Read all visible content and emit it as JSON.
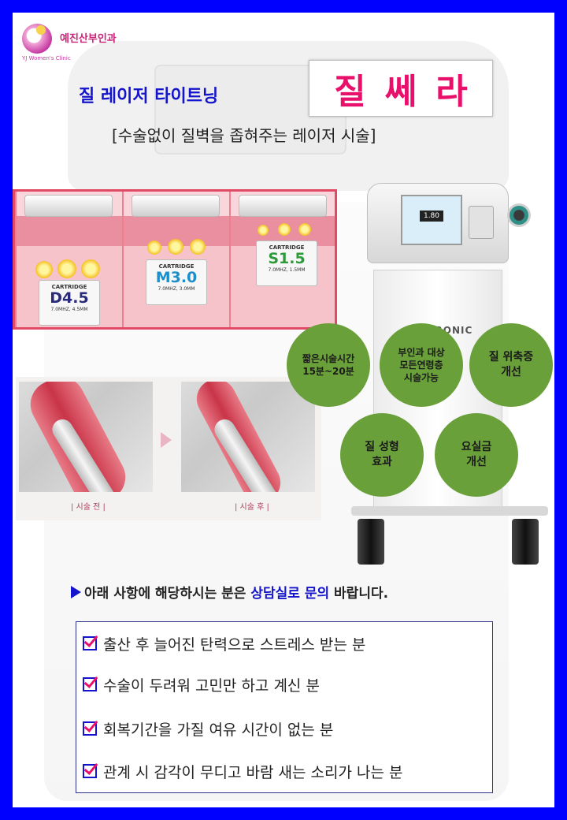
{
  "brand": {
    "clinic_name": "예진산부인과",
    "clinic_sub": "YJ Women's Clinic"
  },
  "header": {
    "subtitle": "질 레이저 타이트닝",
    "product_name": "질쎄라",
    "tagline": "[수술없이 질벽을 좁혀주는 레이저 시술]"
  },
  "cartridges": [
    {
      "label": "CARTRIDGE",
      "name": "D4.5",
      "spec": "7.0MHZ, 4.5MM",
      "color": "#2a2a7a"
    },
    {
      "label": "CARTRIDGE",
      "name": "M3.0",
      "spec": "7.0MHZ, 3.0MM",
      "color": "#1d8fc8"
    },
    {
      "label": "CARTRIDGE",
      "name": "S1.5",
      "spec": "7.0MHZ, 1.5MM",
      "color": "#2e9a3a"
    }
  ],
  "comparison": {
    "before": "| 시술 전 |",
    "after": "| 시술 후 |"
  },
  "device": {
    "brand": "HIRONIC",
    "display": "1.80"
  },
  "badges": [
    {
      "text": "짧은시술시간\n15분~20분"
    },
    {
      "text": "부인과 대상\n모든연령층\n시술가능"
    },
    {
      "text": "질 위축증\n개선"
    },
    {
      "text": "질 성형\n효과"
    },
    {
      "text": "요실금\n개선"
    }
  ],
  "notice": {
    "part1": "아래 사항에 해당하시는 분은 ",
    "highlight": "상담실로 문의",
    "part2": " 바랍니다."
  },
  "checklist": [
    "출산 후 늘어진 탄력으로 스트레스 받는 분",
    "수술이 두려워 고민만 하고 계신 분",
    "회복기간을 가질 여유 시간이 없는 분",
    "관계 시 감각이 무디고 바람 새는 소리가 나는 분"
  ]
}
